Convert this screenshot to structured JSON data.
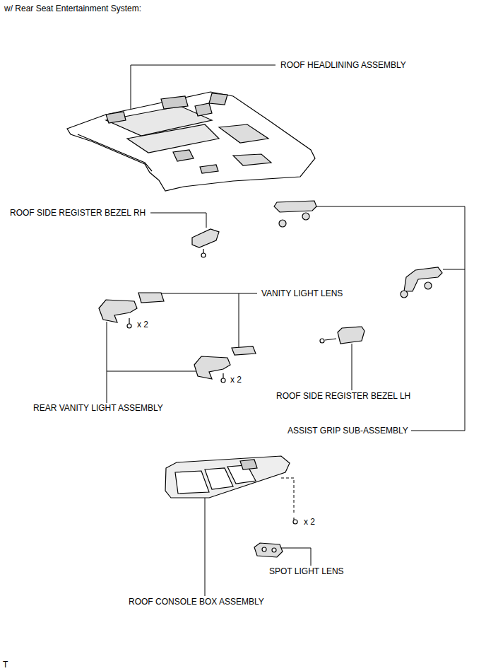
{
  "diagram": {
    "title": "w/ Rear Seat Entertainment System:",
    "labels": [
      "ROOF HEADLINING ASSEMBLY",
      "ROOF SIDE REGISTER BEZEL RH",
      "VANITY LIGHT LENS",
      "x 2",
      "x 2",
      "REAR VANITY LIGHT ASSEMBLY",
      "ROOF SIDE REGISTER BEZEL LH",
      "ASSIST GRIP SUB-ASSEMBLY",
      "x 2",
      "SPOT LIGHT LENS",
      "ROOF CONSOLE BOX ASSEMBLY",
      "T"
    ]
  }
}
